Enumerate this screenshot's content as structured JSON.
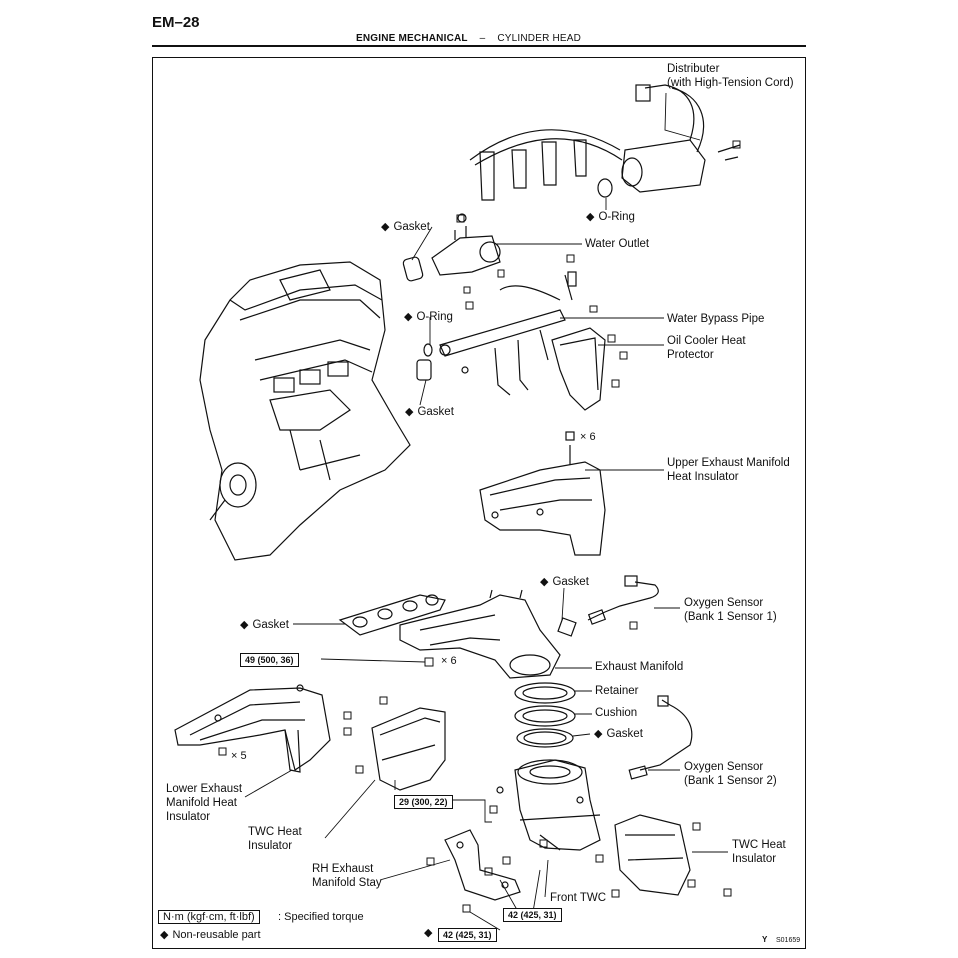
{
  "page": {
    "code": "EM–28",
    "section": "ENGINE MECHANICAL",
    "dash": "–",
    "subsection": "CYLINDER HEAD"
  },
  "labels": {
    "distributor": "Distributer",
    "distributor_sub": "(with High-Tension Cord)",
    "oring_top": "O-Ring",
    "gasket_top": "Gasket",
    "water_outlet": "Water Outlet",
    "oring_mid": "O-Ring",
    "water_bypass": "Water Bypass Pipe",
    "oil_cooler_1": "Oil Cooler Heat",
    "oil_cooler_2": "Protector",
    "gasket_mid": "Gasket",
    "upper_ex_1": "Upper Exhaust Manifold",
    "upper_ex_2": "Heat Insulator",
    "gasket_sensor": "Gasket",
    "o2_1a": "Oxygen Sensor",
    "o2_1b": "(Bank 1 Sensor 1)",
    "gasket_left": "Gasket",
    "exhaust_manifold": "Exhaust Manifold",
    "retainer": "Retainer",
    "cushion": "Cushion",
    "gasket_lower": "Gasket",
    "o2_2a": "Oxygen Sensor",
    "o2_2b": "(Bank 1 Sensor 2)",
    "lower_ex_1": "Lower Exhaust",
    "lower_ex_2": "Manifold Heat",
    "lower_ex_3": "Insulator",
    "twc_heat_left_1": "TWC Heat",
    "twc_heat_left_2": "Insulator",
    "rh_stay_1": "RH Exhaust",
    "rh_stay_2": "Manifold Stay",
    "front_twc": "Front TWC",
    "twc_heat_right_1": "TWC Heat",
    "twc_heat_right_2": "Insulator"
  },
  "torques": {
    "t1": "49 (500, 36)",
    "t2": "29 (300, 22)",
    "t3": "42 (425, 31)",
    "t4": "42 (425, 31)"
  },
  "multipliers": {
    "x6_top": "× 6",
    "x6_mid": "× 6",
    "x5": "× 5"
  },
  "legend": {
    "unit": "N·m (kgf·cm, ft·lbf)",
    "torque_text": ": Specified torque",
    "nonreusable": "Non-reusable part"
  },
  "figure_code": "S01659",
  "y_mark": "Y"
}
